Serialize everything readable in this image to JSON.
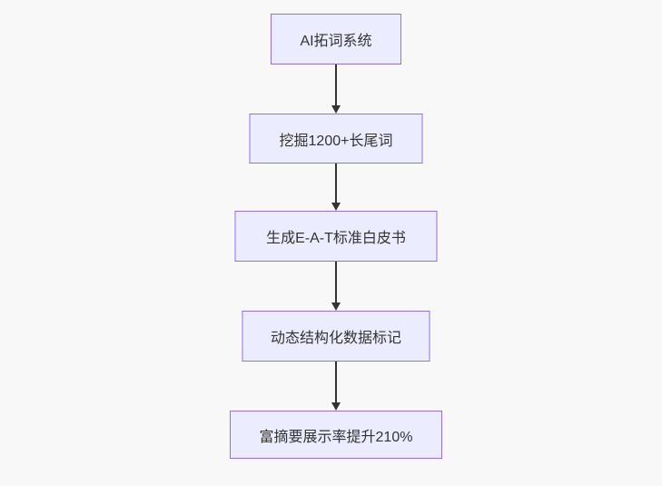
{
  "diagram": {
    "type": "flowchart",
    "direction": "top-down",
    "nodes": [
      {
        "id": "node-1",
        "label": "AI拓词系统"
      },
      {
        "id": "node-2",
        "label": "挖掘1200+长尾词"
      },
      {
        "id": "node-3",
        "label": "生成E-A-T标准白皮书"
      },
      {
        "id": "node-4",
        "label": "动态结构化数据标记"
      },
      {
        "id": "node-5",
        "label": "富摘要展示率提升210%"
      }
    ],
    "edges": [
      {
        "from": "node-1",
        "to": "node-2"
      },
      {
        "from": "node-2",
        "to": "node-3"
      },
      {
        "from": "node-3",
        "to": "node-4"
      },
      {
        "from": "node-4",
        "to": "node-5"
      }
    ],
    "colors": {
      "node_fill": "#ECECFF",
      "node_border": "#9370DB",
      "arrow": "#333333",
      "text": "#333333",
      "background": "#F8F8F8"
    }
  }
}
